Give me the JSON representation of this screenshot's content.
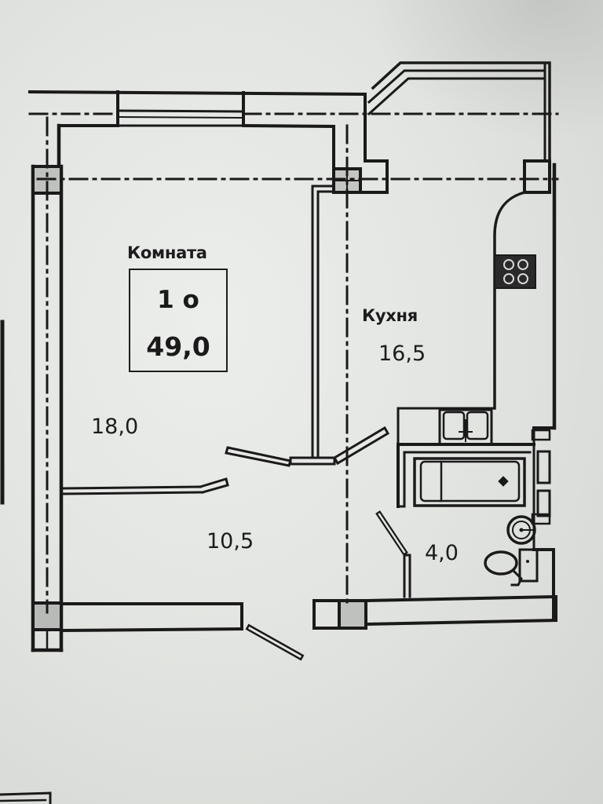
{
  "plan": {
    "type": "apartment-floor-plan",
    "summary": {
      "room_label": "Комната",
      "room_count": "1 о",
      "total_area": "49,0"
    },
    "rooms": [
      {
        "id": "living-room",
        "name": "",
        "area": "18,0"
      },
      {
        "id": "hallway",
        "name": "",
        "area": "10,5"
      },
      {
        "id": "kitchen",
        "name": "Кухня",
        "area": "16,5"
      },
      {
        "id": "bathroom",
        "name": "",
        "area": "4,0"
      }
    ],
    "fixtures": [
      {
        "id": "stove",
        "icon": "stove-icon",
        "location": "kitchen"
      },
      {
        "id": "kitchen-sink",
        "icon": "sink-icon",
        "location": "kitchen"
      },
      {
        "id": "bathtub",
        "icon": "bathtub-icon",
        "location": "bathroom"
      },
      {
        "id": "washbasin",
        "icon": "washbasin-icon",
        "location": "bathroom"
      },
      {
        "id": "toilet",
        "icon": "toilet-icon",
        "location": "bathroom"
      }
    ],
    "colors": {
      "ink": "#1a1a1a",
      "paper": "#e6e8e5"
    }
  }
}
